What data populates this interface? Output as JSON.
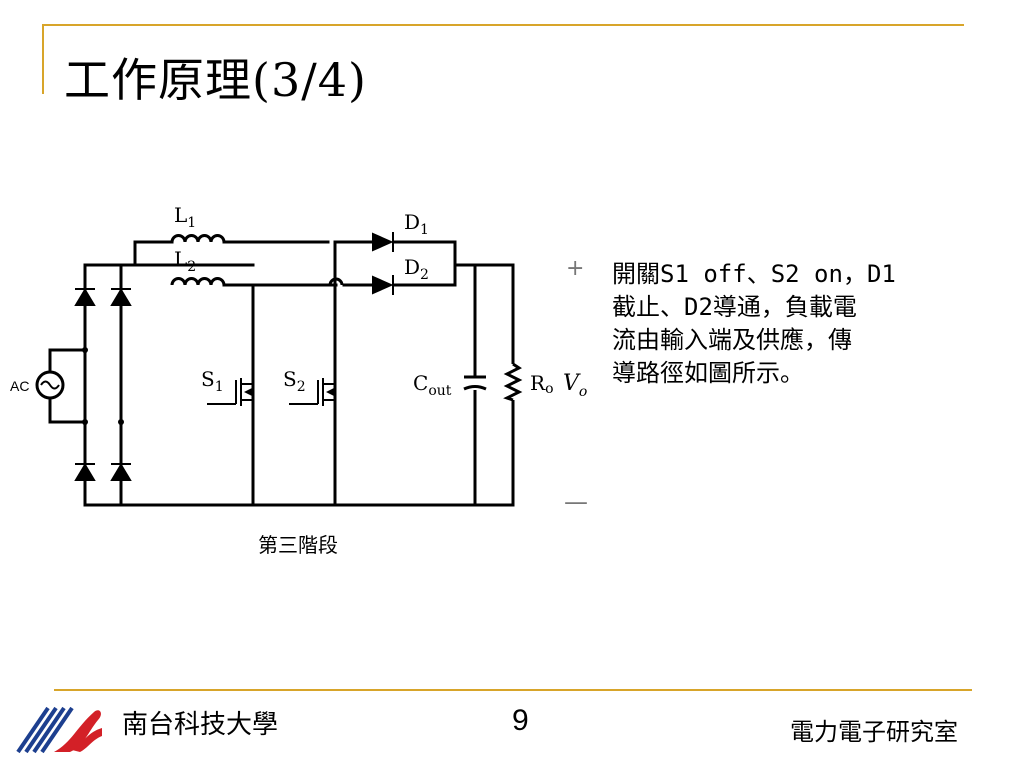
{
  "slide": {
    "title": "工作原理(3/4)",
    "description_lines": [
      "開關S1 off、S2 on，D1",
      "截止、D2導通，負載電",
      "流由輸入端及供應，傳",
      "導路徑如圖所示。"
    ],
    "footer": {
      "school": "南台科技大學",
      "page_number": "9",
      "lab": "電力電子研究室"
    }
  },
  "circuit": {
    "caption": "第三階段",
    "source_label": "AC",
    "inductors": [
      {
        "letter": "L",
        "sub": "1"
      },
      {
        "letter": "L",
        "sub": "2"
      }
    ],
    "diodes": [
      {
        "letter": "D",
        "sub": "1"
      },
      {
        "letter": "D",
        "sub": "2"
      }
    ],
    "switches": [
      {
        "letter": "S",
        "sub": "1"
      },
      {
        "letter": "S",
        "sub": "2"
      }
    ],
    "capacitor": {
      "letter": "C",
      "sub": "out"
    },
    "resistor": {
      "letter": "R",
      "sub": "o"
    },
    "output_voltage": {
      "letter": "V",
      "sub": "o"
    },
    "polarity": {
      "plus": "+",
      "minus": "—"
    }
  },
  "colors": {
    "accent_rule": "#d8a52a",
    "logo_red": "#d32027",
    "logo_blue": "#1d3f8f"
  }
}
